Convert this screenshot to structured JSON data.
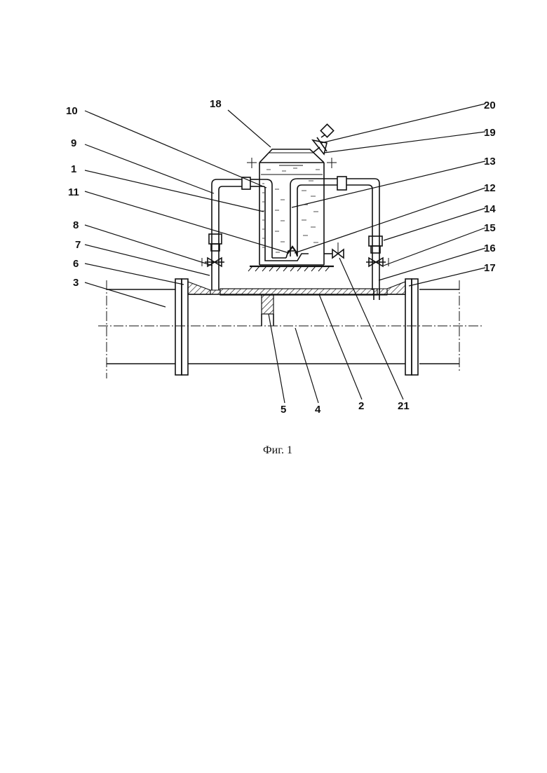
{
  "labels": [
    "1",
    "2",
    "3",
    "4",
    "5",
    "6",
    "7",
    "8",
    "9",
    "10",
    "11",
    "12",
    "13",
    "14",
    "15",
    "16",
    "17",
    "18",
    "19",
    "20",
    "21"
  ],
  "caption": "Фиг. 1"
}
